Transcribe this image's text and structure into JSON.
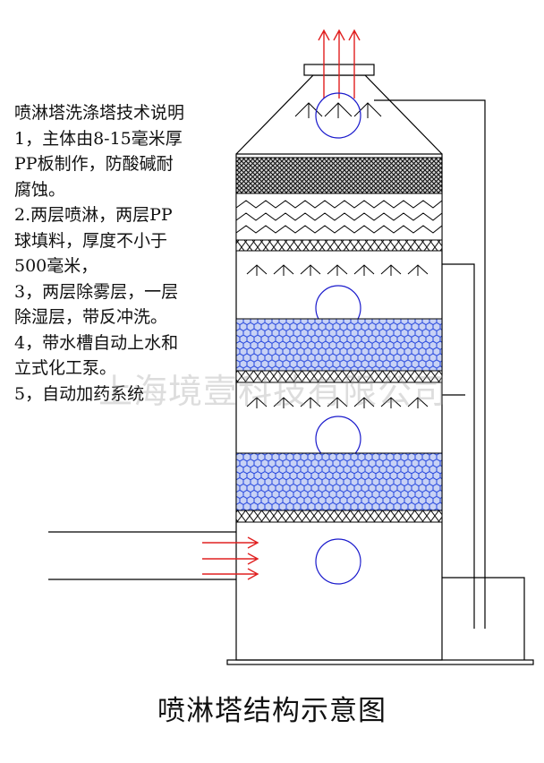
{
  "description_heading": "喷淋塔洗涤塔技术说明",
  "description_lines": [
    "1，主体由8-15毫米厚",
    "PP板制作，防酸碱耐",
    "腐蚀。",
    "2.两层喷淋，两层PP",
    "球填料，厚度不小于",
    "500毫米，",
    "3，两层除雾层，一层",
    "除湿层，带反冲洗。",
    "4，带水槽自动上水和",
    "立式化工泵。",
    "5，自动加药系统"
  ],
  "watermark": "上海境壹科技有限公司",
  "caption": "喷淋塔结构示意图",
  "colors": {
    "line": "#000000",
    "flow_arrow": "#e02020",
    "spray_circle": "#1a1acc",
    "packing_fill": "#2244dd",
    "packing_bg": "#c8d2f5"
  }
}
